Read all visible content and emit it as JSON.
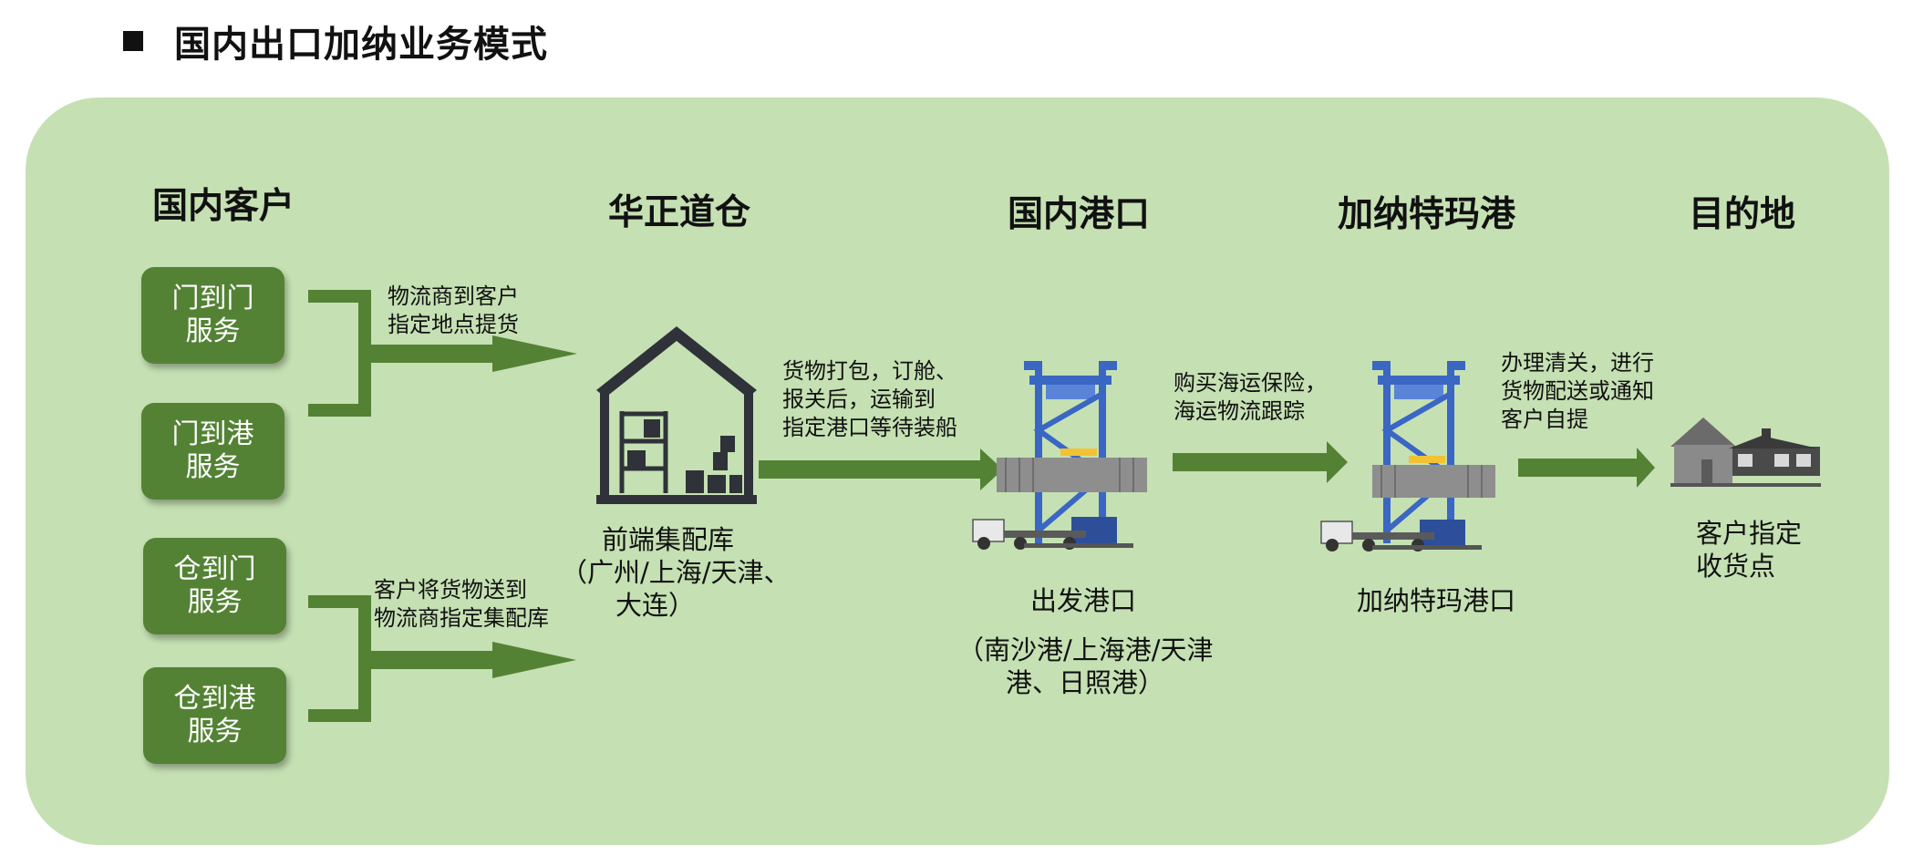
{
  "title": "国内出口加纳业务模式",
  "columns": {
    "col1": "国内客户",
    "col2": "华正道仓",
    "col3": "国内港口",
    "col4": "加纳特玛港",
    "col5": "目的地"
  },
  "services": {
    "s1": {
      "line1": "门到门",
      "line2": "服务"
    },
    "s2": {
      "line1": "门到港",
      "line2": "服务"
    },
    "s3": {
      "line1": "仓到门",
      "line2": "服务"
    },
    "s4": {
      "line1": "仓到港",
      "line2": "服务"
    }
  },
  "notes": {
    "pickup": {
      "line1": "物流商到客户",
      "line2": "指定地点提货"
    },
    "dropoff": {
      "line1": "客户将货物送到",
      "line2": "物流商指定集配库"
    },
    "pack": {
      "line1": "货物打包，订舱、",
      "line2": "报关后，运输到",
      "line3": "指定港口等待装船"
    },
    "insure": {
      "line1": "购买海运保险，",
      "line2": "海运物流跟踪"
    },
    "clear": {
      "line1": "办理清关，进行",
      "line2": "货物配送或通知",
      "line3": "客户自提"
    }
  },
  "captions": {
    "warehouse": {
      "line1": "前端集配库",
      "line2": "（广州/上海/天津、",
      "line3": "大连）"
    },
    "depart": {
      "line1": "出发港口"
    },
    "depart_ports": {
      "line1": "（南沙港/上海港/天津",
      "line2": "港、日照港）"
    },
    "tema": {
      "line1": "加纳特玛港口"
    },
    "destination": {
      "line1": "客户指定",
      "line2": "收货点"
    }
  },
  "colors": {
    "panel": "#c5e0b3",
    "button": "#548235",
    "arrow": "#548235",
    "crane": "#3a66c4"
  },
  "icons": [
    "warehouse-icon",
    "crane-truck-icon",
    "house-icon"
  ]
}
